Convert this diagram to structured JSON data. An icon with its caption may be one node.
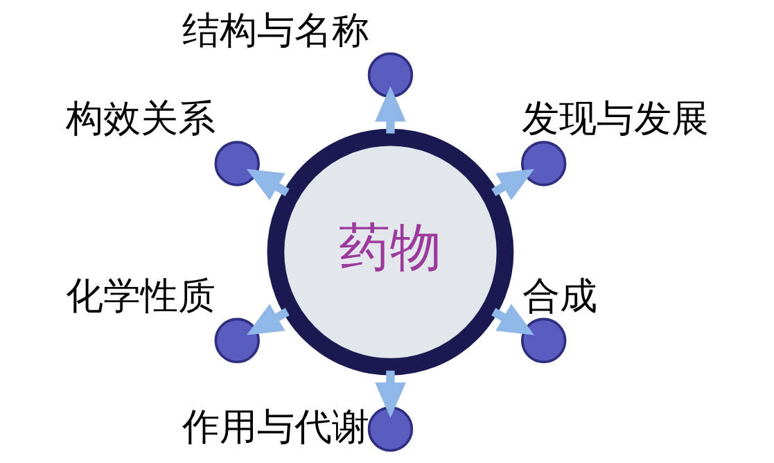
{
  "diagram": {
    "nodes": [
      {
        "text": [
          "药物"
        ]
      },
      {
        "text": [],
        "shape": "circle",
        "beside": [
          "发现与发展"
        ]
      },
      {
        "text": [],
        "shape": "circle",
        "beside": [
          "结构与名称"
        ]
      },
      {
        "text": [],
        "shape": "circle",
        "beside": [
          "构效关系"
        ]
      },
      {
        "text": [],
        "shape": "circle",
        "beside": [
          "化学性质"
        ]
      },
      {
        "text": [],
        "shape": "circle",
        "beside": [
          "作用与代谢"
        ]
      },
      {
        "text": [],
        "shape": "circle",
        "beside": [
          "合成"
        ]
      }
    ],
    "edges": [
      {
        "from": 0,
        "to": 1,
        "arrow": "to"
      },
      {
        "from": 0,
        "to": 2,
        "arrow": "to"
      },
      {
        "from": 0,
        "to": 3,
        "arrow": "to"
      },
      {
        "from": 0,
        "to": 4,
        "arrow": "to"
      },
      {
        "from": 0,
        "to": 5,
        "arrow": "to"
      },
      {
        "from": 0,
        "to": 6,
        "arrow": "to"
      }
    ]
  }
}
